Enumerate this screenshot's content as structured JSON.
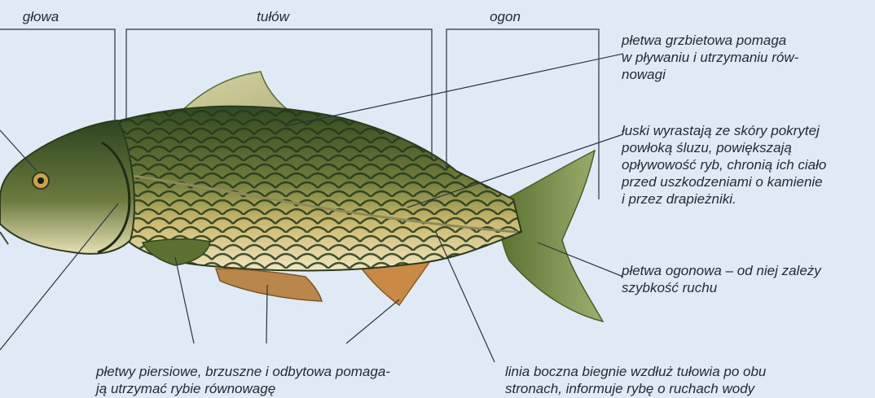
{
  "sections": {
    "head": "głowa",
    "body": "tułów",
    "tail": "ogon"
  },
  "annotations": {
    "dorsal_fin": "płetwa grzbietowa pomaga\nw pływaniu i utrzymaniu rów-\nnowagi",
    "scales": "łuski wyrastają ze skóry pokrytej\npowłoką śluzu, powiększają\nopływowość ryb, chronią ich ciało\nprzed uszkodzeniami o kamienie\ni przez drapieżniki.",
    "tail_fin": "płetwa ogonowa – od niej zależy\nszybkość ruchu",
    "lateral_line": "linia boczna biegnie wzdłuż tułowia po obu\nstronach, informuje rybę o ruchach wody",
    "paired_fins": "płetwy piersiowe, brzuszne i odbytowa pomaga-\nją utrzymać rybie równowagę"
  },
  "colors": {
    "background": "#dfeaf6",
    "body_dark": "#3d5a2c",
    "body_light": "#e6d79a",
    "fin_orange": "#c98a45",
    "line": "#2a3440"
  }
}
